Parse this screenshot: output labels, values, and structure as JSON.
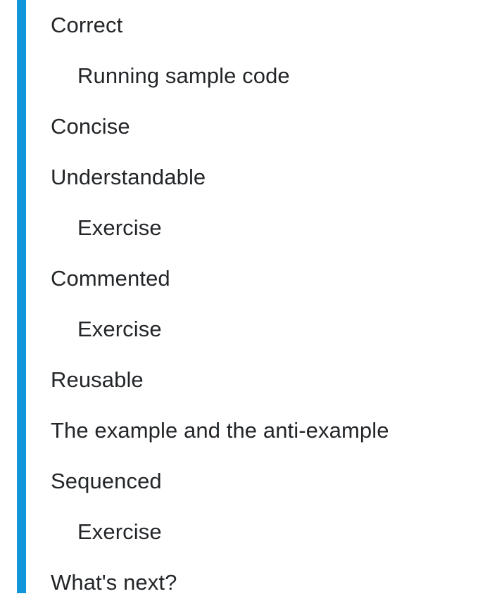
{
  "colors": {
    "accent_rail": "#1296db",
    "text": "#232629",
    "background": "#ffffff"
  },
  "outline": {
    "items": [
      {
        "label": "Correct",
        "depth": 1
      },
      {
        "label": "Running sample code",
        "depth": 2
      },
      {
        "label": "Concise",
        "depth": 1
      },
      {
        "label": "Understandable",
        "depth": 1
      },
      {
        "label": "Exercise",
        "depth": 2
      },
      {
        "label": "Commented",
        "depth": 1
      },
      {
        "label": "Exercise",
        "depth": 2
      },
      {
        "label": "Reusable",
        "depth": 1
      },
      {
        "label": "The example and the anti-example",
        "depth": 1
      },
      {
        "label": "Sequenced",
        "depth": 1
      },
      {
        "label": "Exercise",
        "depth": 2
      },
      {
        "label": "What's next?",
        "depth": 1
      }
    ]
  }
}
